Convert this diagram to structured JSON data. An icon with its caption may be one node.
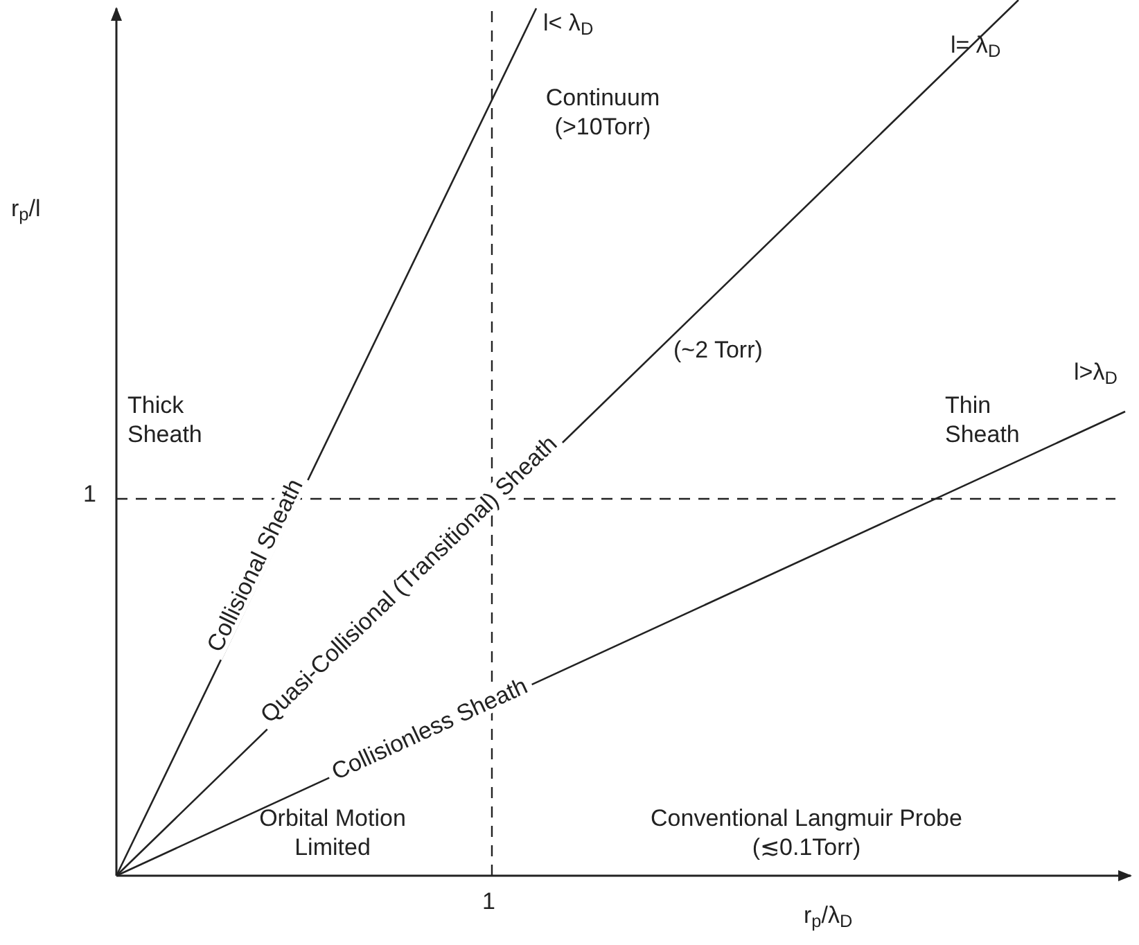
{
  "diagram": {
    "labels": [
      "l< λ$_{D}$",
      "l= λ$_{D}$",
      "Continuum (>10Torr)",
      "r$_{p}$/l",
      "(~2 Torr)",
      "Thick Sheath",
      "Thin Sheath",
      "l>λ$_{D}$",
      "1",
      "Collisional Sheath",
      "Quasi-Collisional (Transitional) Sheath",
      "Collisionless Sheath",
      "Orbital Motion Limited",
      "Conventional Langmuir Probe (≲0.1Torr)",
      "1",
      "r$_{p}$/λ$_{D}$"
    ]
  }
}
